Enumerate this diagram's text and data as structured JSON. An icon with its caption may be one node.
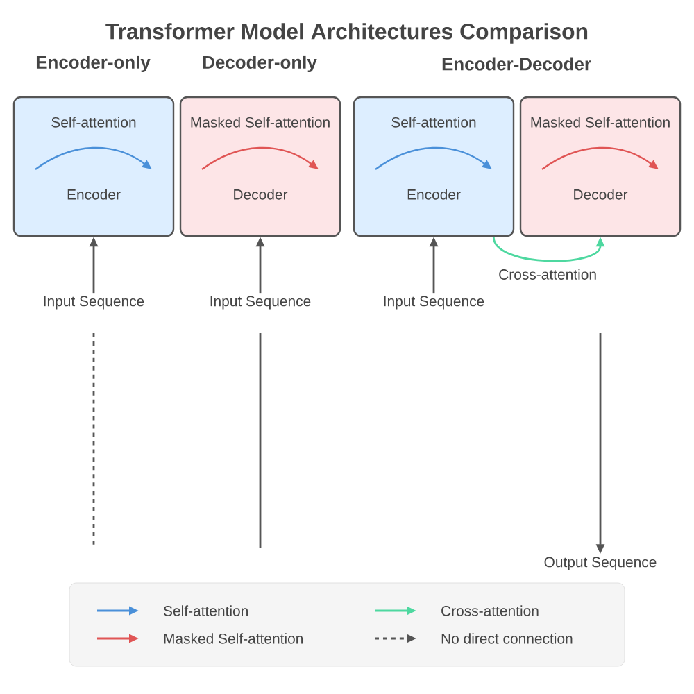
{
  "diagram": {
    "title": "Transformer Model Architectures Comparison",
    "nodes": [
      {
        "text": [
          "Self-attention",
          "Encoder"
        ]
      },
      {
        "text": [
          "Masked Self-attention",
          "Decoder"
        ]
      },
      {
        "text": [
          "Self-attention",
          "Encoder"
        ]
      },
      {
        "text": [
          "Masked Self-attention",
          "Decoder"
        ]
      },
      {
        "text": [
          "Input Sequence"
        ]
      },
      {
        "text": [
          "Input Sequence"
        ]
      },
      {
        "text": [
          "Input Sequence"
        ]
      },
      {
        "text": [
          "Output Sequence"
        ]
      }
    ],
    "edges": [
      {
        "from": 4,
        "to": 0,
        "arrow": "to"
      },
      {
        "from": 5,
        "to": 1,
        "arrow": "to"
      },
      {
        "from": 6,
        "to": 2,
        "arrow": "to"
      },
      {
        "from": 2,
        "to": 3,
        "arrow": "to",
        "label": "Cross-attention",
        "color": "#4ed8a0"
      },
      {
        "from": null,
        "to": 7,
        "arrow": "to"
      },
      {
        "from": 4,
        "to": null,
        "arrow": "none",
        "style": "dashed"
      },
      {
        "from": 5,
        "to": null,
        "arrow": "none"
      }
    ],
    "labels": [
      "Encoder-only",
      "Decoder-only",
      "Encoder-Decoder"
    ],
    "legend": [
      {
        "text": "Self-attention"
      },
      {
        "text": "Cross-attention"
      },
      {
        "text": "Masked Self-attention"
      },
      {
        "text": "No direct connection"
      }
    ]
  }
}
